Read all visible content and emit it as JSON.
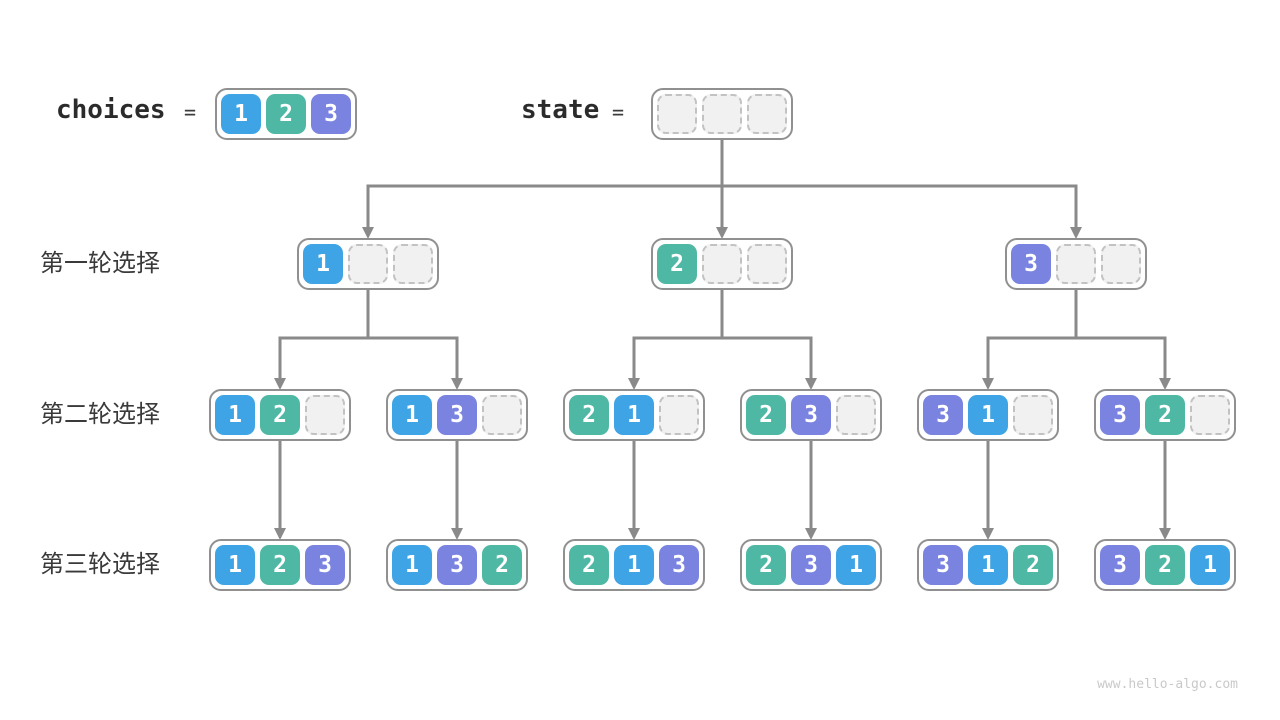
{
  "header": {
    "choices_label": "choices",
    "equals": "=",
    "choices_values": [
      1,
      2,
      3
    ],
    "state_label": "state",
    "state_values": [
      null,
      null,
      null
    ]
  },
  "rows": [
    {
      "label": "第一轮选择",
      "boxes": [
        [
          1,
          null,
          null
        ],
        [
          2,
          null,
          null
        ],
        [
          3,
          null,
          null
        ]
      ]
    },
    {
      "label": "第二轮选择",
      "boxes": [
        [
          1,
          2,
          null
        ],
        [
          1,
          3,
          null
        ],
        [
          2,
          1,
          null
        ],
        [
          2,
          3,
          null
        ],
        [
          3,
          1,
          null
        ],
        [
          3,
          2,
          null
        ]
      ]
    },
    {
      "label": "第三轮选择",
      "boxes": [
        [
          1,
          2,
          3
        ],
        [
          1,
          3,
          2
        ],
        [
          2,
          1,
          3
        ],
        [
          2,
          3,
          1
        ],
        [
          3,
          1,
          2
        ],
        [
          3,
          2,
          1
        ]
      ]
    }
  ],
  "watermark": "www.hello-algo.com",
  "colors": {
    "cell_colors": {
      "1": "#3EA4E5",
      "2": "#4FB8A5",
      "3": "#7A83DF"
    },
    "cell_text": "#FFFFFF",
    "empty_fill": "#F1F1F1",
    "empty_border": "#C2C2C2",
    "container_border": "#909090",
    "arrow": "#8A8A8A",
    "code_text": "#2B2B2B",
    "cjk_text": "#3A3A3A",
    "watermark_color": "#C9C9C9"
  }
}
